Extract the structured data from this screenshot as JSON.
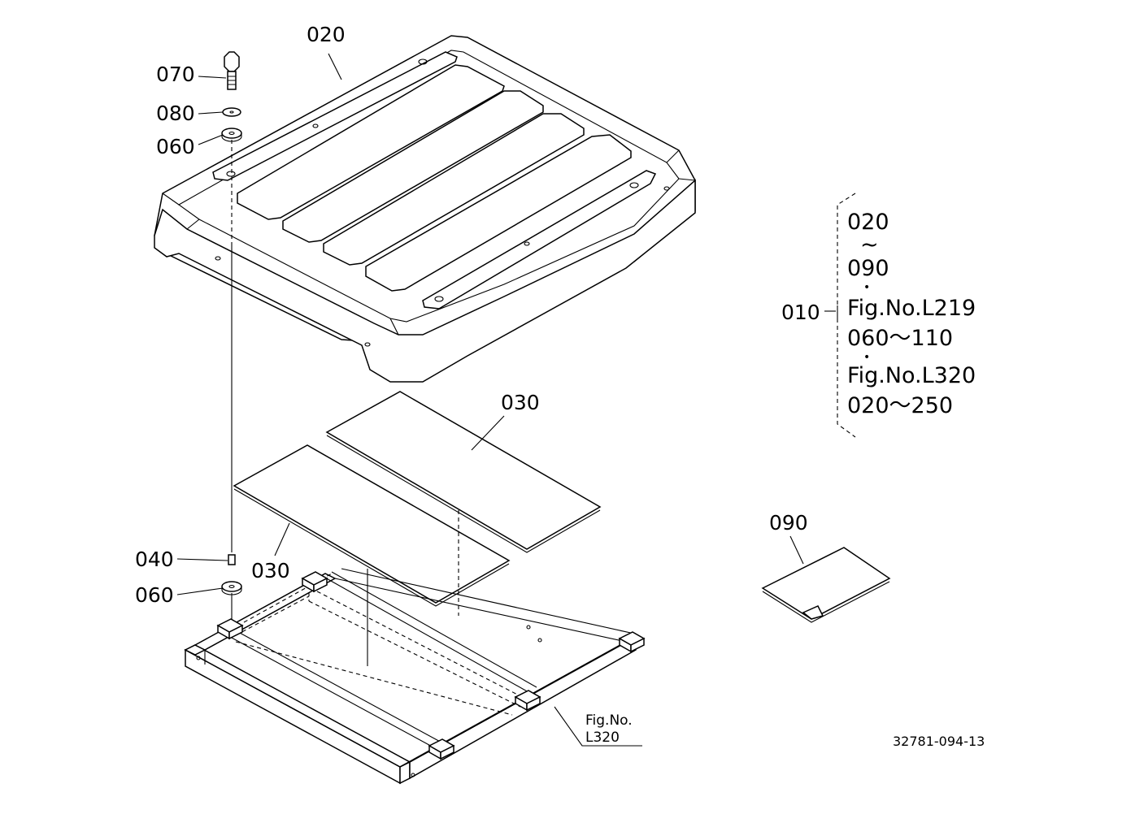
{
  "callouts": {
    "c020": "020",
    "c070": "070",
    "c080": "080",
    "c060_top": "060",
    "c030_right": "030",
    "c030_left": "030",
    "c040": "040",
    "c060_bottom": "060",
    "c090": "090",
    "c010": "010",
    "fig_ref_line1": "Fig.No.",
    "fig_ref_line2": "L320"
  },
  "assembly_list": [
    "020",
    "~",
    "090",
    "•",
    "Fig.No.L219",
    "060～110",
    "•",
    "Fig.No.L320",
    "020～250"
  ],
  "drawing_code": "32781-094-13"
}
